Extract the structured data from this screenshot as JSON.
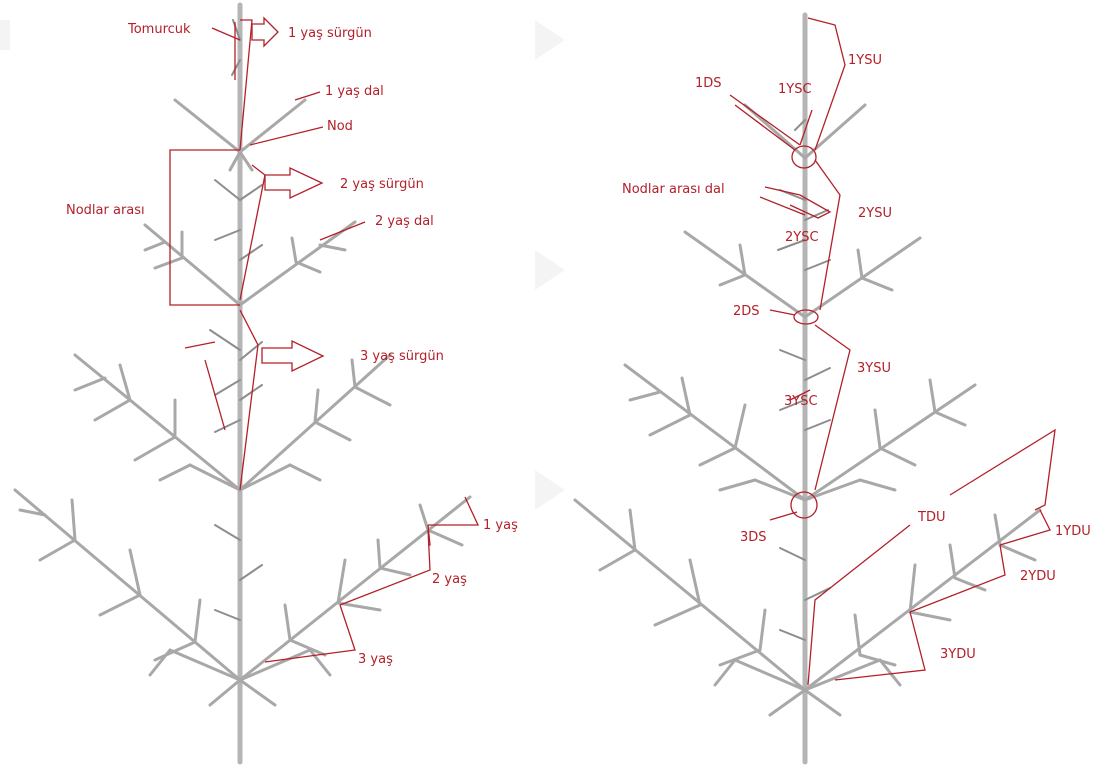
{
  "left_panel": {
    "labels": {
      "bud": "Tomurcuk",
      "shoot_1": "1 yaş sürgün",
      "branch_1": "1 yaş dal",
      "node": "Nod",
      "shoot_2": "2 yaş sürgün",
      "internode": "Nodlar arası",
      "branch_2": "2 yaş dal",
      "shoot_3": "3 yaş sürgün",
      "age_1": "1 yaş",
      "age_2": "2 yaş",
      "age_3": "3 yaş"
    }
  },
  "right_panel": {
    "labels": {
      "ysu_1": "1YSU",
      "ds_1": "1DS",
      "ysc_1": "1YSC",
      "internode_branch": "Nodlar arası dal",
      "ysu_2": "2YSU",
      "ysc_2": "2YSC",
      "ds_2": "2DS",
      "ysu_3": "3YSU",
      "ysc_3": "3YSC",
      "ds_3": "3DS",
      "tdu": "TDU",
      "ydu_1": "1YDU",
      "ydu_2": "2YDU",
      "ydu_3": "3YDU"
    }
  },
  "colors": {
    "annotation": "#b3202a",
    "branch": "#a8a8a8",
    "background": "#ffffff"
  }
}
